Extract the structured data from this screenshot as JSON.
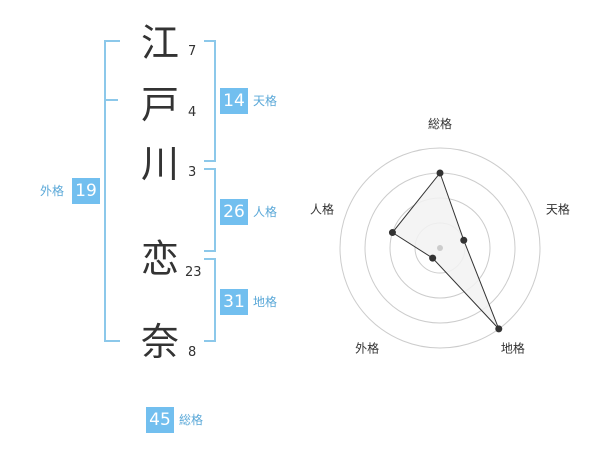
{
  "name": {
    "chars": [
      "江",
      "戸",
      "川",
      "恋",
      "奈"
    ],
    "strokes": [
      "7",
      "4",
      "3",
      "23",
      "8"
    ]
  },
  "fortune": {
    "tenkaku": {
      "value": "14",
      "label": "天格"
    },
    "jinkaku": {
      "value": "26",
      "label": "人格"
    },
    "chikaku": {
      "value": "31",
      "label": "地格"
    },
    "gaikaku": {
      "value": "19",
      "label": "外格"
    },
    "soukaku": {
      "value": "45",
      "label": "総格"
    }
  },
  "chart_data": {
    "type": "radar",
    "axes": [
      "総格",
      "天格",
      "地格",
      "外格",
      "人格"
    ],
    "values": [
      3,
      1,
      4,
      0.5,
      2
    ],
    "range": [
      0,
      4
    ],
    "rings": 4,
    "colors": {
      "grid": "#cccccc",
      "fill": "#f2f2f2",
      "line": "#333333"
    }
  }
}
